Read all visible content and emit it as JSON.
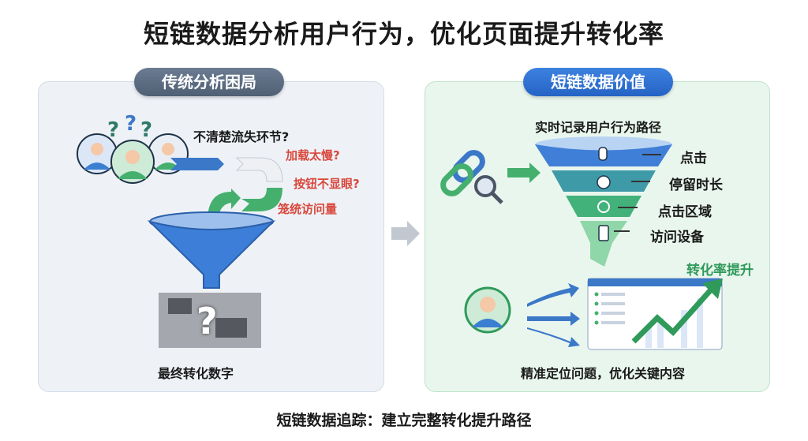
{
  "title": "短链数据分析用户行为，优化页面提升转化率",
  "left_panel": {
    "label": "传统分析困局",
    "question": "不清楚流失环节?",
    "issues": [
      "加载太慢?",
      "按钮不显眼?",
      "笼统访问量"
    ],
    "result_label": "最终转化数字",
    "result_mark": "?"
  },
  "right_panel": {
    "label": "短链数据价值",
    "funnel_title": "实时记录用户行为路径",
    "funnel_layers": [
      {
        "label": "点击",
        "icon": "pointer-icon",
        "color": "#3f7fd8"
      },
      {
        "label": "停留时长",
        "icon": "stopwatch-icon",
        "color": "#3f9aa8"
      },
      {
        "label": "点击区域",
        "icon": "click-area-icon",
        "color": "#43b27a"
      },
      {
        "label": "访问设备",
        "icon": "phone-icon",
        "color": "#8fd6a8"
      }
    ],
    "growth_label": "转化率提升",
    "bottom_label": "精准定位问题，优化关键内容"
  },
  "caption": "短链数据追踪：建立完整转化提升路径"
}
